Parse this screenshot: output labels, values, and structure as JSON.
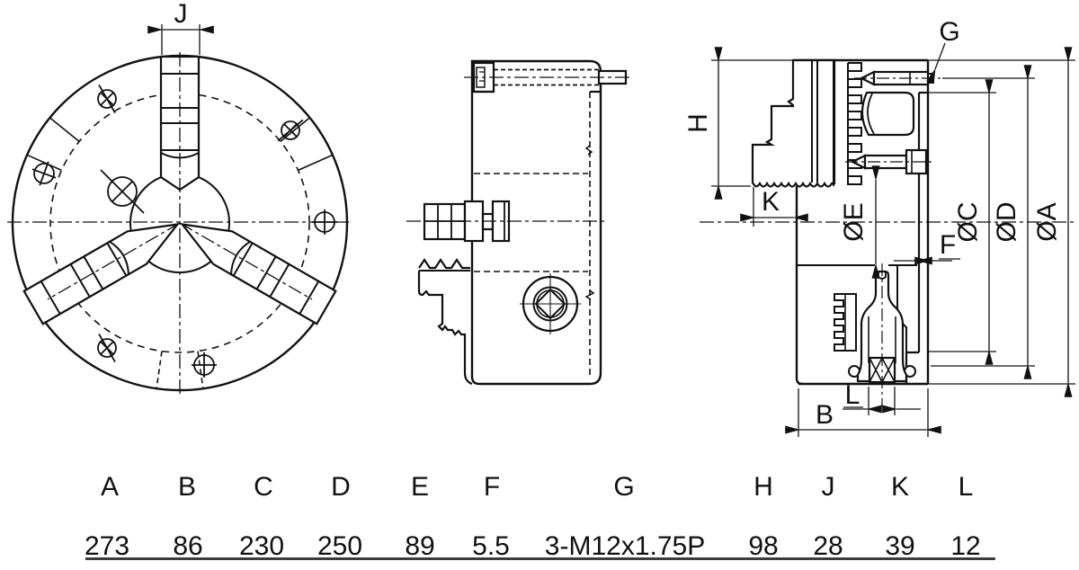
{
  "front_view": {
    "dim_j_label": "J"
  },
  "section_view": {
    "dim_g_label": "G",
    "dim_h_label": "H",
    "dim_k_label": "K",
    "dim_e_label": "ØE",
    "dim_f_label": "F",
    "dim_c_label": "ØC",
    "dim_d_label": "ØD",
    "dim_a_label": "ØA",
    "dim_l_label": "L",
    "dim_b_label": "B"
  },
  "table": {
    "headers": [
      "A",
      "B",
      "C",
      "D",
      "E",
      "F",
      "G",
      "H",
      "J",
      "K",
      "L"
    ],
    "values": [
      "273",
      "86",
      "230",
      "250",
      "89",
      "5.5",
      "3-M12x1.75P",
      "98",
      "28",
      "39",
      "12"
    ]
  },
  "colors": {
    "line": "#111111",
    "background": "#ffffff",
    "table_rule": "#3b3b3b"
  }
}
